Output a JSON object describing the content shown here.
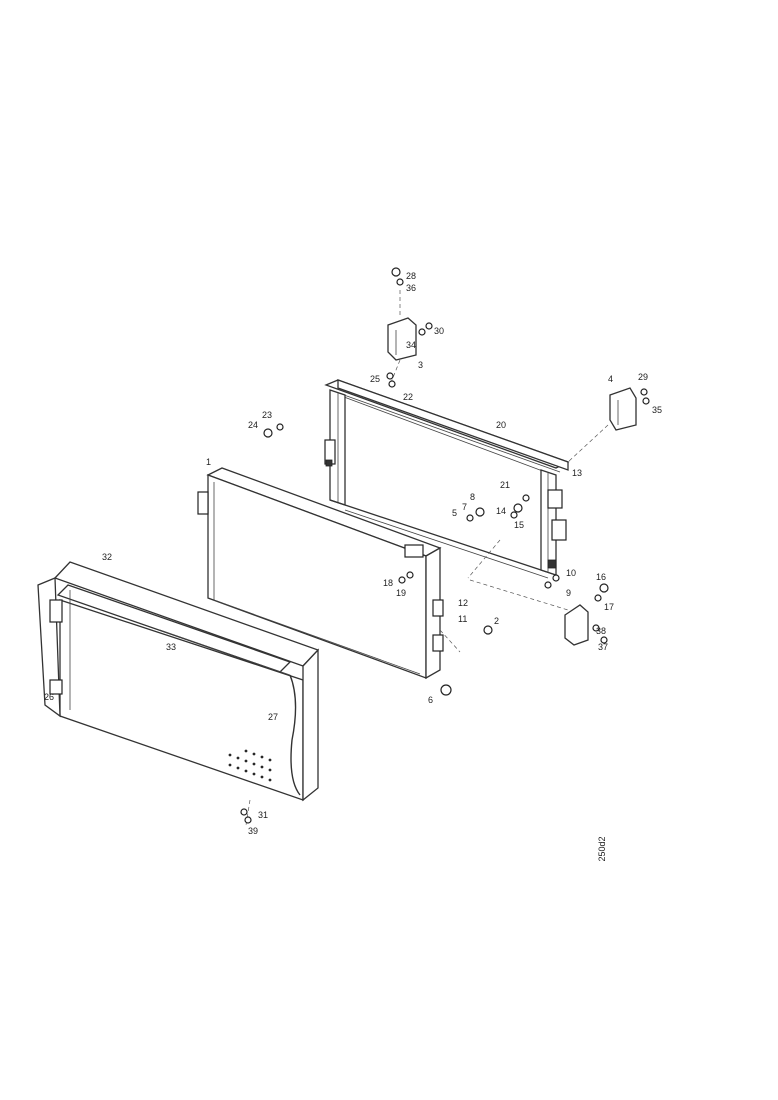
{
  "diagram": {
    "reference_code": "250d2",
    "callouts": [
      {
        "id": "c1",
        "text": "1"
      },
      {
        "id": "c2",
        "text": "2"
      },
      {
        "id": "c3",
        "text": "3"
      },
      {
        "id": "c4",
        "text": "4"
      },
      {
        "id": "c5",
        "text": "5"
      },
      {
        "id": "c6",
        "text": "6"
      },
      {
        "id": "c7",
        "text": "7"
      },
      {
        "id": "c8",
        "text": "8"
      },
      {
        "id": "c9",
        "text": "9"
      },
      {
        "id": "c10",
        "text": "10"
      },
      {
        "id": "c11",
        "text": "11"
      },
      {
        "id": "c12",
        "text": "12"
      },
      {
        "id": "c13",
        "text": "13"
      },
      {
        "id": "c14",
        "text": "14"
      },
      {
        "id": "c15",
        "text": "15"
      },
      {
        "id": "c16",
        "text": "16"
      },
      {
        "id": "c17",
        "text": "17"
      },
      {
        "id": "c18",
        "text": "18"
      },
      {
        "id": "c19",
        "text": "19"
      },
      {
        "id": "c20",
        "text": "20"
      },
      {
        "id": "c21",
        "text": "21"
      },
      {
        "id": "c22",
        "text": "22"
      },
      {
        "id": "c23",
        "text": "23"
      },
      {
        "id": "c24",
        "text": "24"
      },
      {
        "id": "c25",
        "text": "25"
      },
      {
        "id": "c26",
        "text": "26"
      },
      {
        "id": "c27",
        "text": "27"
      },
      {
        "id": "c28",
        "text": "28"
      },
      {
        "id": "c29",
        "text": "29"
      },
      {
        "id": "c30",
        "text": "30"
      },
      {
        "id": "c31",
        "text": "31"
      },
      {
        "id": "c32",
        "text": "32"
      },
      {
        "id": "c33",
        "text": "33"
      },
      {
        "id": "c34",
        "text": "34"
      },
      {
        "id": "c35",
        "text": "35"
      },
      {
        "id": "c36",
        "text": "36"
      },
      {
        "id": "c37",
        "text": "37"
      },
      {
        "id": "c38",
        "text": "38"
      },
      {
        "id": "c39",
        "text": "39"
      }
    ]
  }
}
